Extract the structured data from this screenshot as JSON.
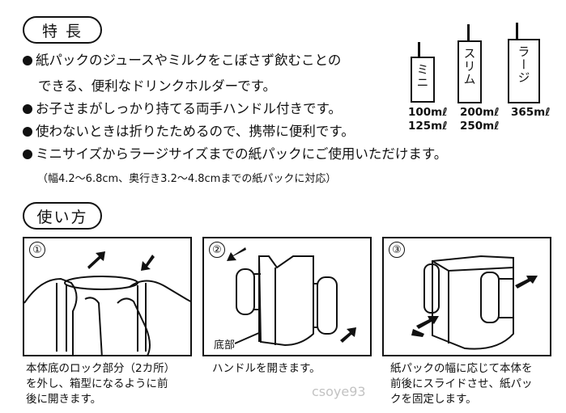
{
  "features": {
    "heading": "特 長",
    "items": [
      "紙パックのジュースやミルクをこぼさず飲むことの",
      "できる、便利なドリンクホルダーです。",
      "お子さまがしっかり持てる両手ハンドル付きです。",
      "使わないときは折りたためるので、携帯に便利です。",
      "ミニサイズからラージサイズまでの紙パックにご使用いただけます。"
    ],
    "note": "（幅4.2～6.8cm、奥行き3.2～4.8cmまでの紙パックに対応）"
  },
  "sizes": [
    {
      "name": "ミニ",
      "volumes": [
        "100mℓ",
        "125mℓ"
      ]
    },
    {
      "name": "スリム",
      "volumes": [
        "200mℓ",
        "250mℓ"
      ]
    },
    {
      "name": "ラージ",
      "volumes": [
        "365mℓ"
      ]
    }
  ],
  "usage": {
    "heading": "使い方",
    "steps": [
      {
        "number": "①",
        "caption": [
          "本体底のロック部分（2カ所）",
          "を外し、箱型になるように前",
          "後に開きます。"
        ]
      },
      {
        "number": "②",
        "caption": [
          "ハンドルを開きます。"
        ],
        "label": "底部"
      },
      {
        "number": "③",
        "caption": [
          "紙パックの幅に応じて本体を",
          "前後にスライドさせ、紙パッ",
          "クを固定します。"
        ]
      }
    ]
  },
  "watermark": "csoye93",
  "colors": {
    "ink": "#111111",
    "background": "#ffffff"
  }
}
